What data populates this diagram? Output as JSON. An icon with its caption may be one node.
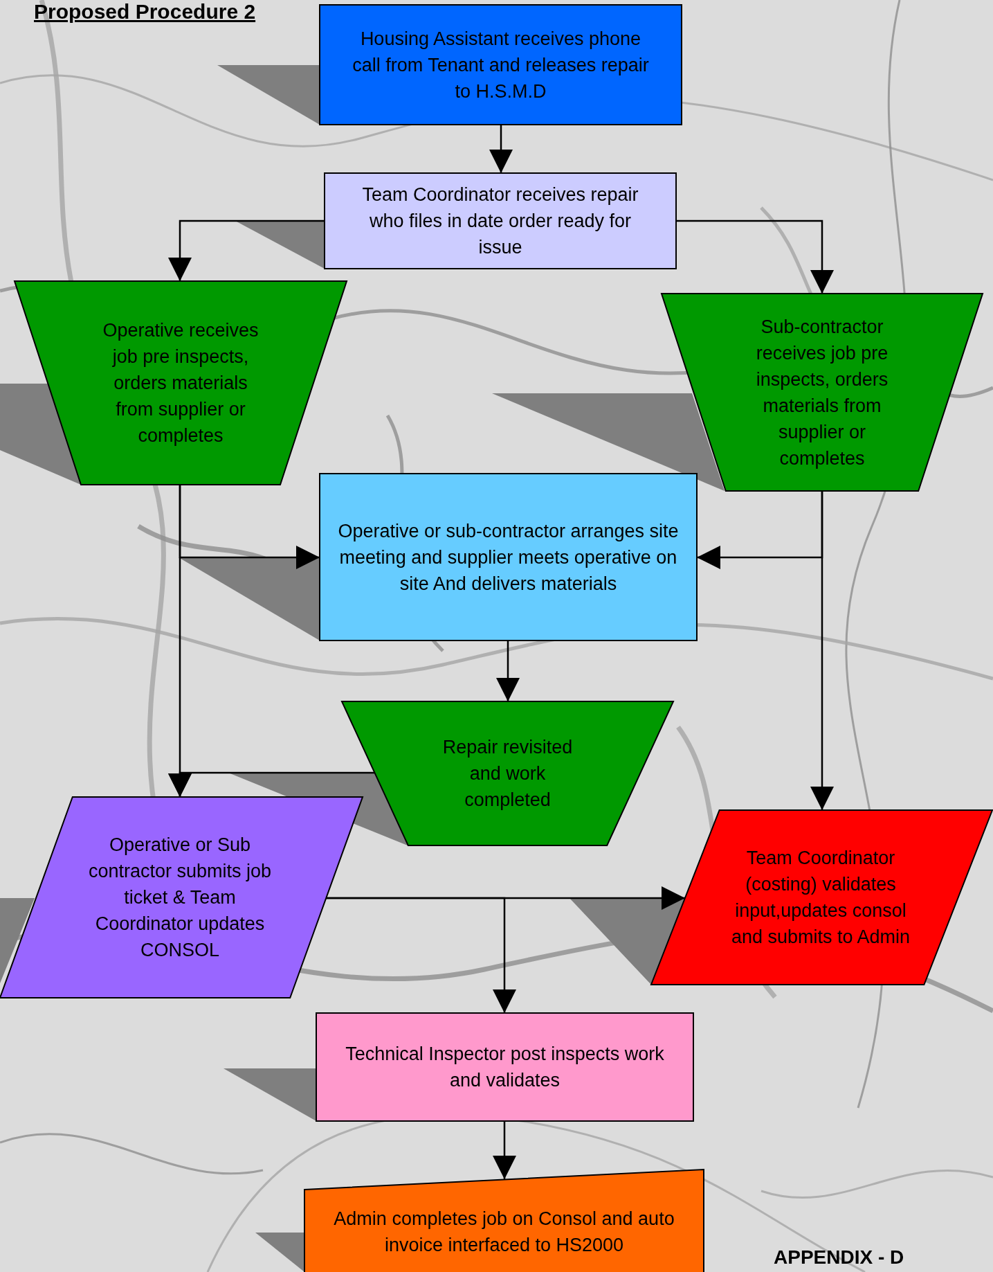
{
  "diagram": {
    "title": "Proposed Procedure 2",
    "nodes": [
      {
        "text": [
          "Housing Assistant receives phone call from Tenant and releases repair to H.S.M.D"
        ]
      },
      {
        "text": [
          "Team Coordinator receives repair who files in date order ready for issue"
        ]
      },
      {
        "text": [
          "Operative receives job pre inspects, orders materials from supplier or completes"
        ]
      },
      {
        "text": [
          "Sub-contractor receives job pre inspects, orders materials from supplier or completes"
        ]
      },
      {
        "text": [
          "Operative or sub-contractor arranges site meeting and supplier meets operative on site And delivers materials"
        ]
      },
      {
        "text": [
          "Repair revisited and work completed"
        ]
      },
      {
        "text": [
          "Operative or Sub contractor submits job ticket & Team Coordinator updates CONSOL"
        ]
      },
      {
        "text": [
          "Team Coordinator (costing) validates input,updates consol and submits to Admin"
        ]
      },
      {
        "text": [
          "Technical Inspector post inspects work and validates"
        ]
      },
      {
        "text": [
          "Admin completes job on Consol and auto invoice interfaced to HS2000"
        ]
      }
    ],
    "edges": [
      {
        "from": 0,
        "to": 1,
        "arrow": "to"
      },
      {
        "from": 1,
        "to": 2,
        "arrow": "to"
      },
      {
        "from": 1,
        "to": 3,
        "arrow": "to"
      },
      {
        "from": 2,
        "to": 4,
        "arrow": "to"
      },
      {
        "from": 3,
        "to": 4,
        "arrow": "to"
      },
      {
        "from": 2,
        "to": 6,
        "arrow": "to"
      },
      {
        "from": 3,
        "to": 7,
        "arrow": "to"
      },
      {
        "from": 4,
        "to": 5,
        "arrow": "to"
      },
      {
        "from": 5,
        "to": 6,
        "arrow": "to"
      },
      {
        "from": 6,
        "to": 7,
        "arrow": "to"
      },
      {
        "from": 6,
        "to": 8,
        "arrow": "to"
      },
      {
        "from": 8,
        "to": 9,
        "arrow": "to"
      }
    ],
    "labels": [
      "APPENDIX - D"
    ]
  }
}
